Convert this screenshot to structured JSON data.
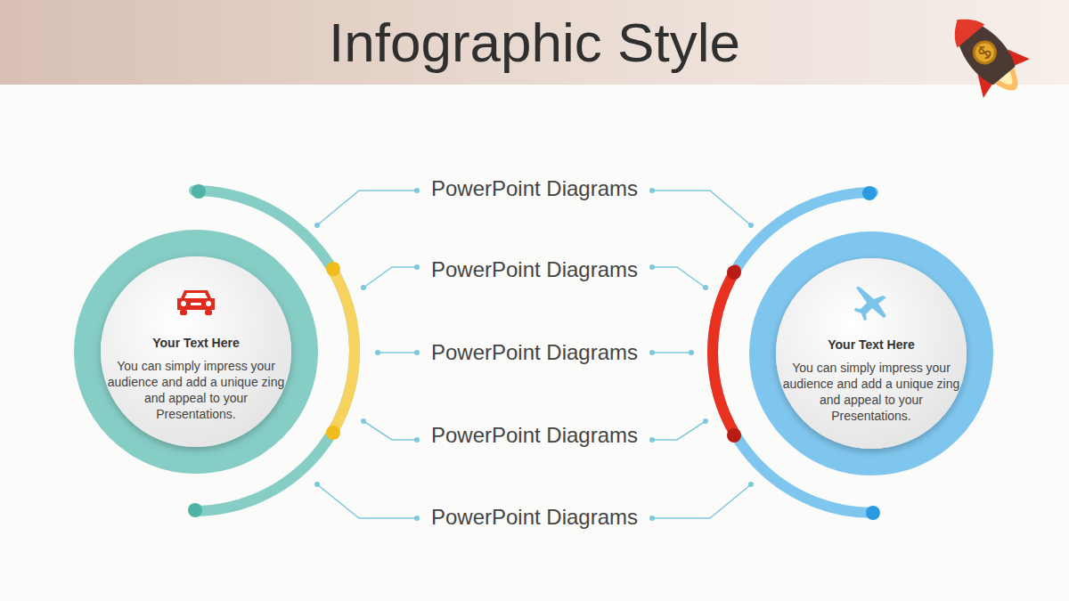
{
  "diagram": {
    "title": "Infographic Style",
    "nodes": [
      {
        "text": [
          "Your Text Here",
          "You can simply impress your audience and add a unique zing and appeal to your Presentations."
        ]
      },
      {
        "text": [
          "Your Text Here",
          "You can simply impress your audience and add a unique zing and appeal to your Presentations."
        ]
      }
    ],
    "labels": [
      "PowerPoint Diagrams",
      "PowerPoint Diagrams",
      "PowerPoint Diagrams",
      "PowerPoint Diagrams",
      "PowerPoint Diagrams"
    ]
  }
}
